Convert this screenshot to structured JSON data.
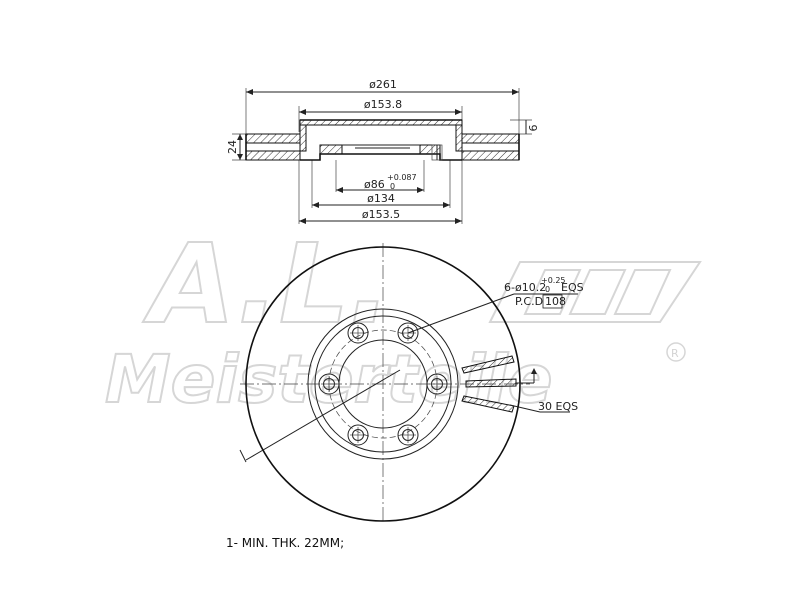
{
  "drawing": {
    "dims": {
      "outer_diameter": "ø261",
      "disc_diameter": "ø153.8",
      "thickness": "24",
      "hat_depth": "6",
      "centre_bore_base": "ø86",
      "centre_bore_tol_upper": "+0.087",
      "centre_bore_tol_lower": "0",
      "hub_diameter": "ø134",
      "hat_diameter": "ø153.5"
    },
    "holes": {
      "prefix": "6-ø10.2",
      "tol_upper": "+0.25",
      "tol_lower": "0",
      "suffix": "EQS",
      "pcd_label": "P.C.D",
      "pcd_value": "108"
    },
    "vents_label": "30 EQS",
    "note": "1- MIN. THK. 22MM;"
  },
  "watermark": {
    "brand": "A.L.",
    "name": "Meisterteile",
    "registered": "R"
  }
}
